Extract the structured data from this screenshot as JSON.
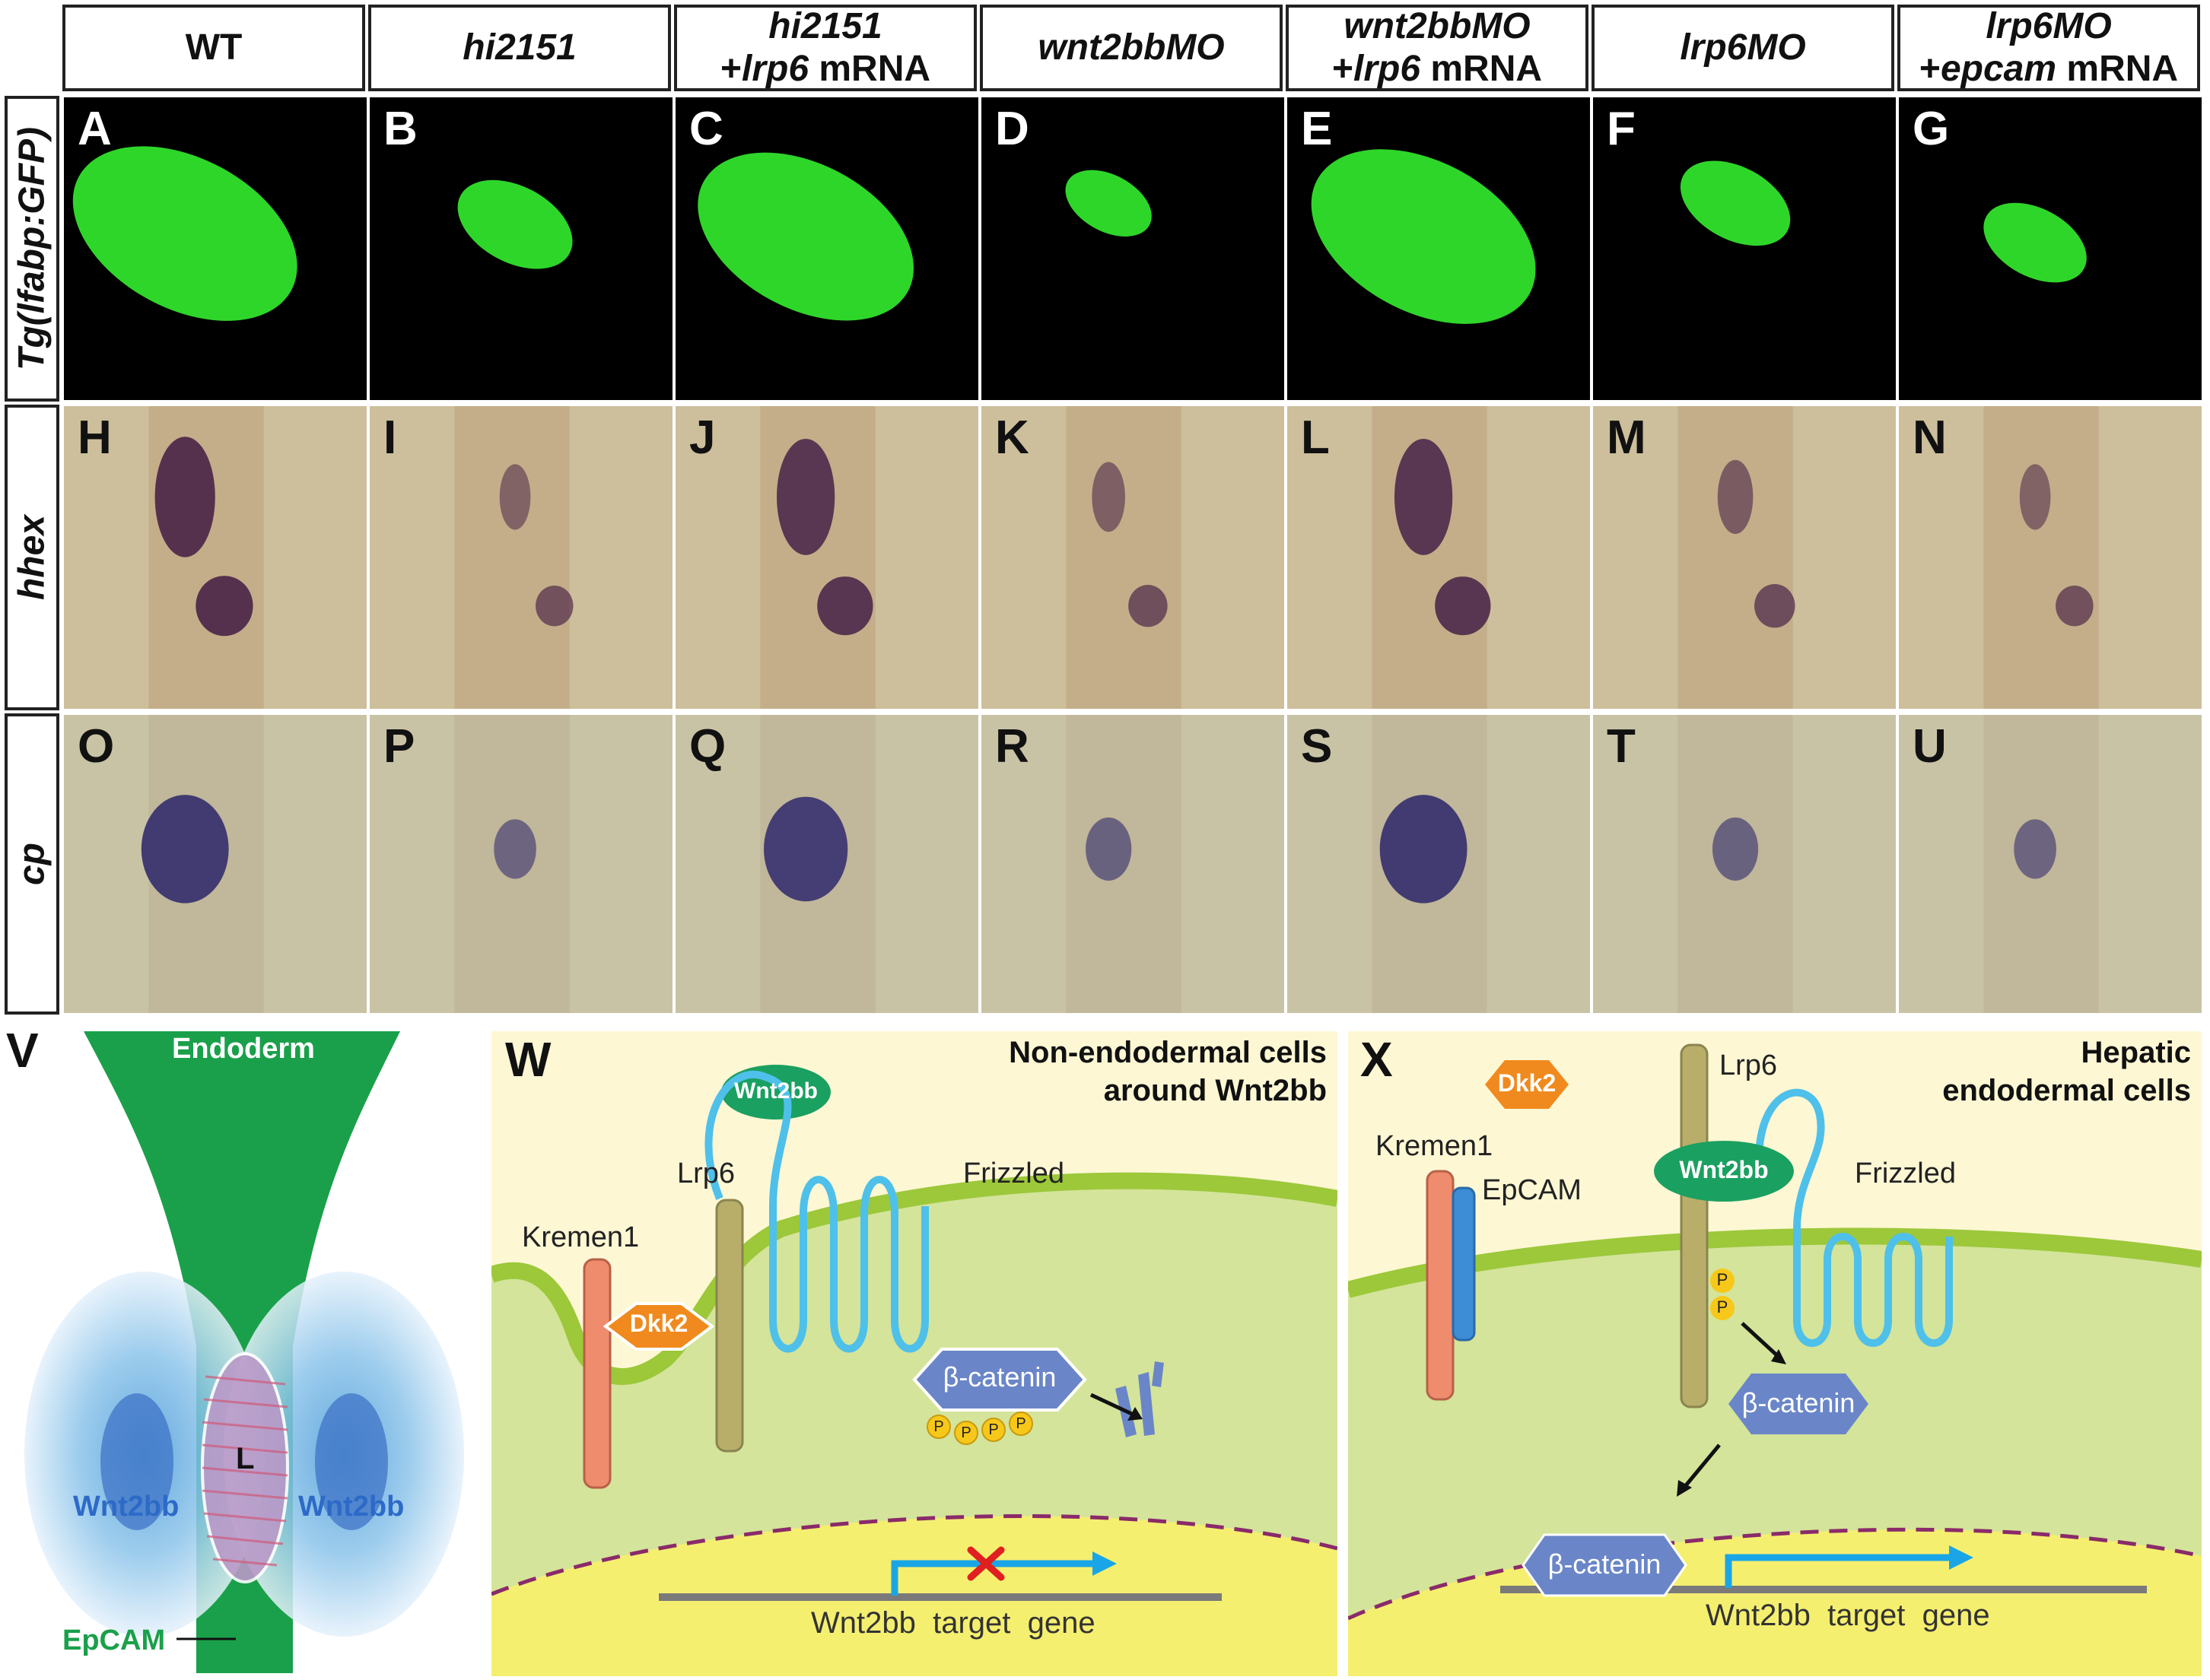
{
  "columns": [
    {
      "parts": [
        {
          "t": "WT",
          "i": false
        }
      ]
    },
    {
      "parts": [
        {
          "t": "hi2151",
          "i": true
        }
      ]
    },
    {
      "parts": [
        {
          "t": "hi2151",
          "i": true
        },
        {
          "br": true
        },
        {
          "t": "+",
          "i": false
        },
        {
          "t": "lrp6",
          "i": true
        },
        {
          "t": " mRNA",
          "i": false
        }
      ]
    },
    {
      "parts": [
        {
          "t": "wnt2bbMO",
          "i": true
        }
      ]
    },
    {
      "parts": [
        {
          "t": "wnt2bbMO",
          "i": true
        },
        {
          "br": true
        },
        {
          "t": "+",
          "i": false
        },
        {
          "t": "lrp6",
          "i": true
        },
        {
          "t": " mRNA",
          "i": false
        }
      ]
    },
    {
      "parts": [
        {
          "t": "lrp6MO",
          "i": true
        }
      ]
    },
    {
      "parts": [
        {
          "t": "lrp6MO",
          "i": true
        },
        {
          "br": true
        },
        {
          "t": "+",
          "i": false
        },
        {
          "t": "epcam",
          "i": true
        },
        {
          "t": " mRNA",
          "i": false
        }
      ]
    }
  ],
  "rows": [
    {
      "label": "Tg(lfabp:GFP)",
      "kind": "gfp",
      "letters": [
        "A",
        "B",
        "C",
        "D",
        "E",
        "F",
        "G"
      ],
      "signal": [
        1.0,
        0.35,
        0.95,
        0.18,
        1.0,
        0.32,
        0.28
      ]
    },
    {
      "label": "hhex",
      "kind": "hhex",
      "letters": [
        "H",
        "I",
        "J",
        "K",
        "L",
        "M",
        "N"
      ],
      "signal": [
        1.0,
        0.35,
        0.95,
        0.4,
        0.95,
        0.45,
        0.35
      ]
    },
    {
      "label": "cp",
      "kind": "cp",
      "letters": [
        "O",
        "P",
        "Q",
        "R",
        "S",
        "T",
        "U"
      ],
      "signal": [
        1.0,
        0.35,
        0.95,
        0.4,
        1.0,
        0.4,
        0.35
      ]
    }
  ],
  "panel_v": {
    "letter": "V",
    "endoderm": "Endoderm",
    "wnt2bb_left": "Wnt2bb",
    "wnt2bb_right": "Wnt2bb",
    "liver": "L",
    "epcam": "EpCAM"
  },
  "panel_w": {
    "letter": "W",
    "title_line1": "Non-endodermal cells",
    "title_line2": "around Wnt2bb",
    "wnt2bb": "Wnt2bb",
    "lrp6": "Lrp6",
    "kremen1": "Kremen1",
    "dkk2": "Dkk2",
    "frizzled": "Frizzled",
    "beta_catenin": "β-catenin",
    "phospho": "P",
    "target_gene": "Wnt2bb  target  gene"
  },
  "panel_x": {
    "letter": "X",
    "title_line1": "Hepatic",
    "title_line2": "endodermal cells",
    "dkk2": "Dkk2",
    "lrp6": "Lrp6",
    "kremen1": "Kremen1",
    "epcam": "EpCAM",
    "wnt2bb": "Wnt2bb",
    "frizzled": "Frizzled",
    "phospho": "P",
    "beta_catenin_cyto": "β-catenin",
    "beta_catenin_nuc": "β-catenin",
    "target_gene": "Wnt2bb  target  gene"
  },
  "colors": {
    "gfp": "#2fd62a",
    "green_band": "#1aa04a",
    "membrane": "#9cc83a",
    "cytoplasm": "#d4e49a",
    "background_yellow": "#fdf7d4",
    "nucleus": "#f5ef70",
    "nuclear_envelope": "#8a2a6a",
    "beta_catenin": "#6a86c8",
    "dkk2": "#f08a1e",
    "kremen1": "#ef8c6e",
    "epcam": "#3c8cd6",
    "lrp6": "#b8ae6a",
    "frizzled": "#4ec0ea",
    "arrow_blue": "#1aa6e6",
    "cross_red": "#e02020",
    "p_yellow": "#f7c81a"
  }
}
